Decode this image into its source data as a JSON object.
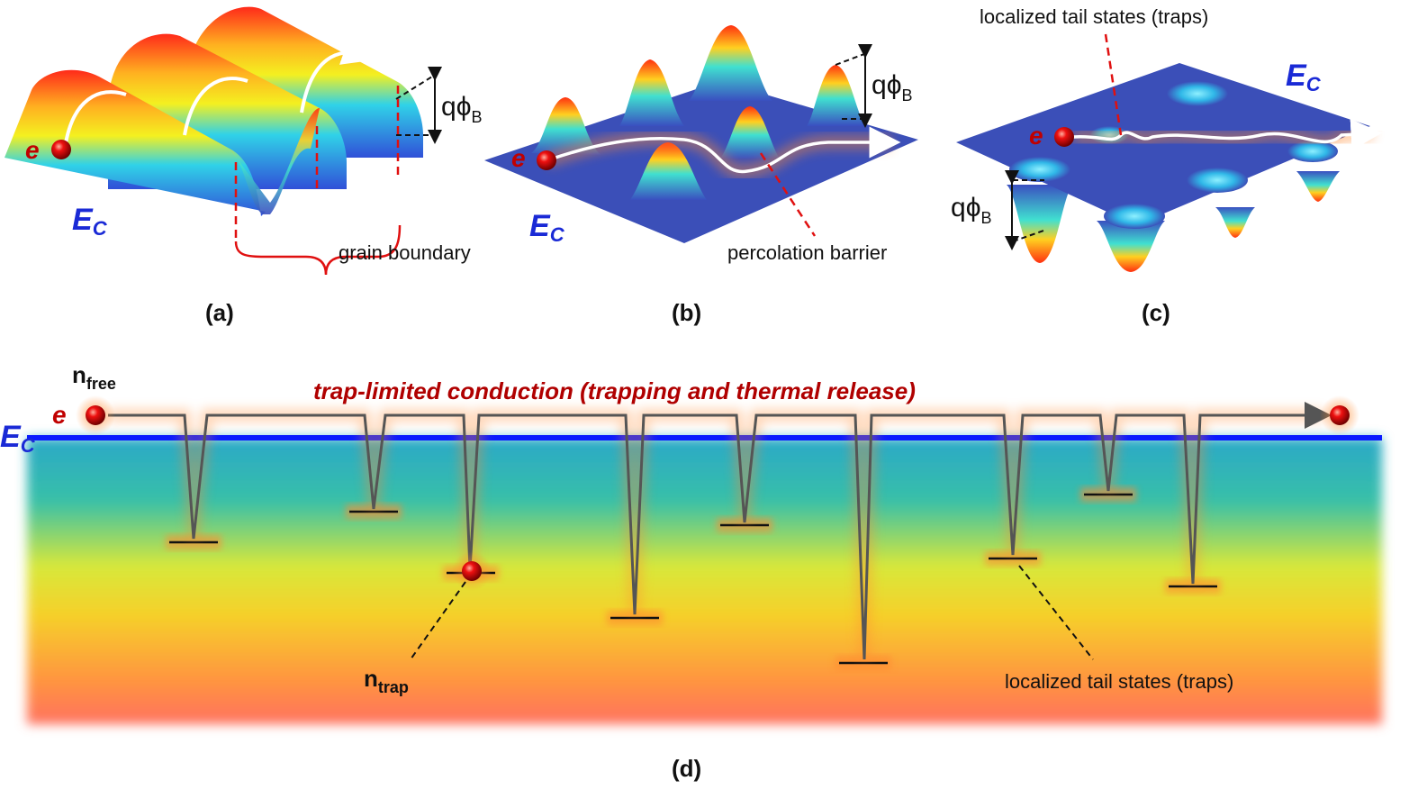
{
  "panels": {
    "a": {
      "label": "(a)",
      "ec": "E",
      "ec_sub": "C",
      "electron": "e",
      "barrier_q": "q",
      "barrier_phi": "ϕ",
      "barrier_sub": "B",
      "annotation": "grain boundary"
    },
    "b": {
      "label": "(b)",
      "ec": "E",
      "ec_sub": "C",
      "electron": "e",
      "barrier_q": "q",
      "barrier_phi": "ϕ",
      "barrier_sub": "B",
      "annotation": "percolation barrier"
    },
    "c": {
      "label": "(c)",
      "ec": "E",
      "ec_sub": "C",
      "electron": "e",
      "barrier_q": "q",
      "barrier_phi": "ϕ",
      "barrier_sub": "B",
      "annotation": "localized tail states (traps)"
    },
    "d": {
      "label": "(d)",
      "ec": "E",
      "ec_sub": "C",
      "electron": "e",
      "title": "trap-limited conduction (trapping and thermal release)",
      "n_free": "n",
      "n_free_sub": "free",
      "n_trap": "n",
      "n_trap_sub": "trap",
      "annotation": "localized tail states (traps)"
    }
  },
  "colors": {
    "conduction_band": "#0a1aff",
    "electron": "#d40000",
    "annotation_dashed": "#e01010",
    "surface_flat": "#3b4fb8",
    "trap_path": "#555555",
    "trap_glow": "#ff8a30"
  }
}
